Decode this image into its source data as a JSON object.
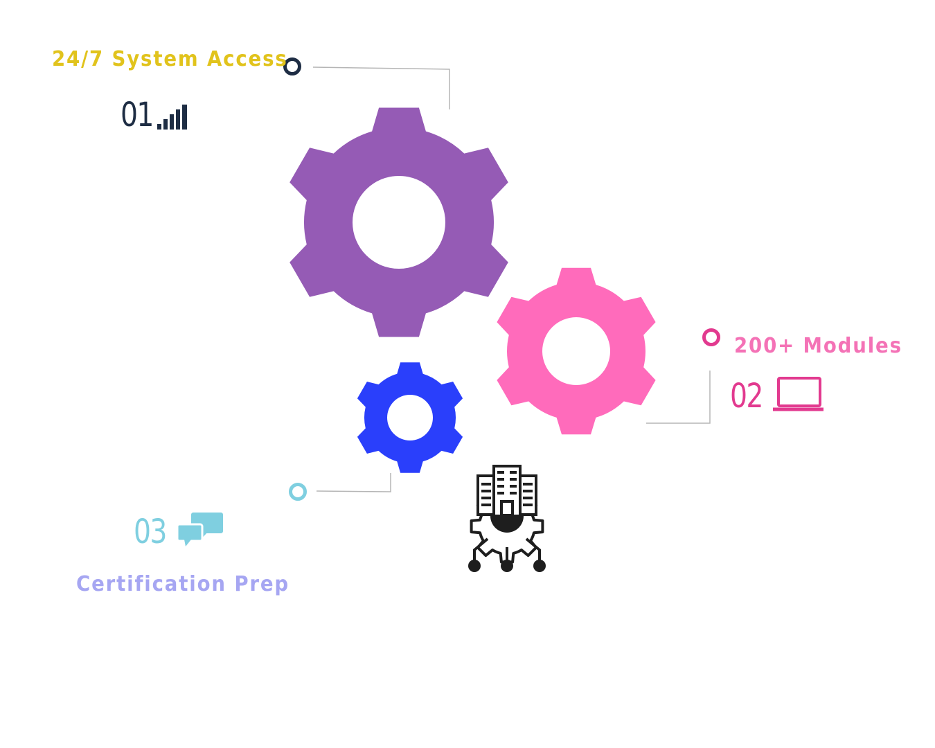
{
  "items": [
    {
      "label": "24/7 System Access",
      "number": "01",
      "icon": "signal-bars-icon",
      "label_color": "#e1c31c",
      "number_color": "#1e2d44",
      "dot_color": "#1e2d44"
    },
    {
      "label": "200+ Modules",
      "number": "02",
      "icon": "laptop-icon",
      "label_color": "#f472b6",
      "number_color": "#e23a8f",
      "dot_color": "#e23a8f"
    },
    {
      "label": "Certification Prep",
      "number": "03",
      "icon": "chat-bubbles-icon",
      "label_color": "#a6a6f2",
      "number_color": "#7fcfe0",
      "dot_color": "#7fcfe0"
    }
  ],
  "gears": [
    {
      "name": "large-gear",
      "color": "#955bb5"
    },
    {
      "name": "medium-gear",
      "color": "#ff6bbb"
    },
    {
      "name": "small-gear",
      "color": "#2a3ffb"
    }
  ],
  "center_icon": "building-gear-network-icon",
  "connector_color": "#b5b5b5"
}
